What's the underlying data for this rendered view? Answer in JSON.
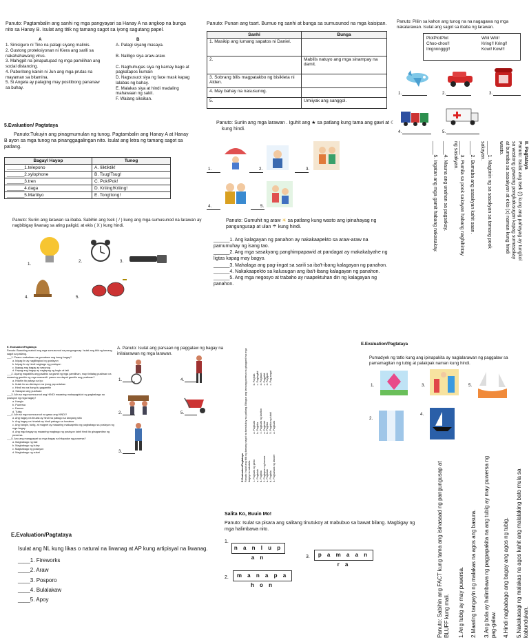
{
  "q1": {
    "instruction": "Panuto: Pagtambalin ang sanhi ng mga pangyayari sa Hanay A na angkop na bunga nito sa Hanay B. Isulat ang titik ng tamang sagot sa iyong sagutang papel.",
    "col_a": "A",
    "col_b": "B",
    "items_a": [
      "1. Sinisiguro ni Tino na palagi siyang malinis.",
      "2. Gustong proteksiyonan ni Kiera ang sarili sa nakahahawang virus.",
      "3. Mahigpit na pinapatupad ng mga pamilihan ang social distancing.",
      "4. Paboritong kainin ni Jun ang mga prutas na mayaman sa bitamina.",
      "5. Si Angela ay palaging may positibong pananaw sa buhay."
    ],
    "items_b": [
      "A. Palagi siyang masaya.",
      "B. Naliligo siya araw-araw.",
      "C. Naghuhugas siya ng kamay bago at pagkatapos kumain",
      "D. Nagsusuot siya ng face mask kapag lalabas ng bahay.",
      "E. Malakas siya at hindi madaling mahawaan ng sakit.",
      "F. Walang siksikan."
    ]
  },
  "q2": {
    "instruction": "Panuto: Punan ang tsart. Bumuo ng sanhi at bunga sa sumusunod na mga kaisipan.",
    "headers": [
      "Sanhi",
      "Bunga"
    ],
    "rows": [
      [
        "1. Masikip ang lumang sapatos ni Daniel.",
        ""
      ],
      [
        "2.",
        "Mabilis natuyo ang mga sinampay na damit."
      ],
      [
        "3. Sobrang bilis magpatakbo ng bisikleta ni Alden.",
        ""
      ],
      [
        "4. May bahay na nasusunog.",
        ""
      ],
      [
        "5.",
        "Umiiyak ang sanggol."
      ]
    ]
  },
  "q3": {
    "instruction": "Panuto: Piliin sa kahon ang tunog na na nagagawa ng mga nakalarawan. Isulat ang sagot sa ibaba ng larawan.",
    "sounds_left": [
      "PlotPlotPlot",
      "Choo-choo!!",
      "Imgnnnggg!!"
    ],
    "sounds_right": [
      "Wiiii Wiiii!",
      "Kring!! Kring!!",
      "Kowl! Kowl!!"
    ],
    "labels": [
      "1.",
      "2.",
      "3.",
      "4.",
      "5."
    ]
  },
  "q4": {
    "heading": "5.Evaluation/ Pagtataya",
    "instruction": "Panuto:Tukuyin ang pinagmumulan ng tunog. Pagtambalin ang Hanay A at Hanay B ayon sa mga tunog na pinanggagalingan nito. Isulat ang letra ng tamang sagot sa patlang.",
    "headers": [
      "Bagay/ Hayop",
      "Tunog"
    ],
    "rows": [
      [
        "_______1.telepono",
        "A. Iiiktiktik!"
      ],
      [
        "_______2.xylophone",
        "B. Tsug!Tsug!"
      ],
      [
        "_______3.tren",
        "C. Pok!Pok!"
      ],
      [
        "_______4.daga",
        "D. Kriiing!Kriiing!"
      ],
      [
        "_______5.Martilyo",
        "E. Tong!tong!"
      ]
    ]
  },
  "q5": {
    "instruction": "Panuto: Suriin ang larawan sa ibaba. Sabihin ang tsek ( / ) kung ang mga sumusunod na larawan ay nagbibigay liwanag sa ating paligid, at ekis ( X ) kung hindi.",
    "labels": [
      "1.",
      "2.",
      "3.",
      "4.",
      "5."
    ]
  },
  "q6": {
    "instruction": "Panuto: Suriin ang mga larawan . Iguhit ang",
    "instruction_end": "sa patlang kung tama ang gawi at",
    "instruction_tail": "kung hindi.",
    "labels": [
      "1.",
      "2.",
      "3.",
      "4.",
      "5."
    ]
  },
  "q7": {
    "instruction": "Panuto: Gumuhit ng araw",
    "instruction_mid": "sa patlang kung wasto ang ipinahayag ng pangungusap at ulan",
    "instruction_end": "kung hindi.",
    "items": [
      "______1. Ang kalagayan ng panahon ay nakakaapekto sa araw-araw na pamumuhay ng isang tao.",
      "______2. Ang mga sasakyang panghimpapawid at pandagat ay makakabyahe ng ligtas kapag may bagyo.",
      "______3. Mahalaga ang pag-iingat sa sarili sa iba't-ibang kalagayan ng panahon.",
      "______4. Nakakaapekto sa kalusugan ang iba't-ibang kalagayan ng panahon.",
      "______5. Ang mga negosyo at trabaho ay naapektuhan din ng kalagayan ng panahon."
    ]
  },
  "q8": {
    "heading": "II. Pagtataya",
    "instruction": "Panuto: Isulat ang tsek (/) kung ang pahayag ay tungkol sa wastong gawaing pangkalusugan kapag sumasakay at bumaba sa sasakyan at ekis (x) naman kung hindi wasto.",
    "items": [
      "_____1. Magtinin ng sa sasakyan sa tamang pook sakayan.",
      "_____2. Bumaba ang sasakyan kahit saan.",
      "_____3. Pumila sa pook sakayan habang naghihintay ng sasakyan.",
      "_____4. Mauna ang unahan sa pagsakay.",
      "_____5. Ingatan ang mga gamit habang nakasakay."
    ]
  },
  "q9": {
    "heading": "E. Evaluation/Pagtataya",
    "instruction": "Panuto: Basahing mabuti ang mga sumusunod na pangungusap. Isulat ang titik ng tamang sagot sa patlang.",
    "items": [
      "___1. Paano makaiiwas sa gumabaw ang isang bagay?",
      "a. Isipag lin ay naglilingkod ng posisyon",
      "b. Isipag lin ay hindi nagbago ng posisyon",
      "c. Ikapag ang bagay ay nasunog",
      "d. Kapag ang bagay ay naglapag ng hugis at laki",
      "___2. Upang mapabilis ang paalinis sa gamit ng mga pamilihan, may tinitatag pusitwan na maaaring gamitin ng mga manamili. paano mo dapat gamitin ang pusitwan?",
      "a. Hilahin ito patayo sa iyo",
      "b. Itulak ito sa direksyon na iyong pupuntahan",
      "c. Hindi mo na itong itu gagamitin",
      "d. Sakayan ang pusitwan",
      "___3. Alin sa mga sumusunod ang HINDI maaaring makapagdulot ng pagbabago sa posisyon ng mga bagay?",
      "a. Hangin",
      "b. Puwersa",
      "c. Damon",
      "d. Tubig",
      "___4. Alin sa mga sumusunod na gawa ang HINDI?",
      "a. Ang bagay na tinulak ay hindi na pabago sa kanyang sitio",
      "b. Ang bagay na hinatak ay hindi pabago sa hunabas",
      "c. Ang hangin, tubig, at magnet ay maaaring makaapekto ng pagbabago sa posisyon ng mga bagay",
      "d. Ang mga bagay ay maaaring magbago ng posisyon kahit hindi ito ginagamitan ng puwersa.",
      "___5. Ano ang mangyayari sa mga bagay na hitapalan ng puwersa?",
      "a. Magbabago ng laki",
      "b. Magbabago ng kulay",
      "c. Magbabago ng posisyon",
      "d. Magbabago ng sukat"
    ]
  },
  "q10": {
    "instruction": "A. Panuto: Isulat ang parsaan ng paggalaw ng bagay na inilalarawan ng mga larawan.",
    "labels": [
      "1.",
      "4.",
      "2.",
      "5.",
      "3."
    ]
  },
  "q11": {
    "heading": "E.Evaluation/Pagtataya",
    "instruction": "Panuto: Isulat ang titik ng tamang sagot na tumutukoy sa patlang. Bilugan ang tamang pwersa na ginagamit sa mga bagay na nakatala.",
    "items": [
      "1. Pagsara ng pinto",
      "a. Pagtulak",
      "b. Paghila",
      "2. Pagtapon ng basura",
      "a. Pagtulak",
      "b. Paghila",
      "3. Pagsasara ng drawer",
      "a. Pagtulak",
      "b. Paghila",
      "4. Pagtulak ng kariton",
      "a. Pagtulak",
      "b. Paghila",
      "5. Paghila ng lubid",
      "a. Pagtulak",
      "b. Paghila",
      "c. Pagtagilid",
      "d. Pagtaas",
      "c. Pagpihit",
      "d. Paglipat",
      "c. Pag-angat"
    ]
  },
  "q12": {
    "heading": "E.Evaluation/Pagtataya",
    "instruction": "Pumadyek ng tatlo kung ang ipinapakita ay naglalarawan ng paggalaw sa pamamagitan ng tubig at palakpak naman kung hindi.",
    "labels": [
      "1.",
      "3.",
      "5.",
      "2.",
      "4."
    ]
  },
  "q13": {
    "instruction": "Panuto: Sabihin ang FACT kung tama ang isinasaad ng pangungusap at BLUFF kung mali.",
    "items": [
      "1.Ang tubig ay may puwersa.",
      "2.Maaring tangayin ng malakas na agos ang basura.",
      "3.Ang bola ay halimbawa ng pagpapakita na ang tubig ay may puwersa ng pag-galaw.",
      "4.Hindi nagbabago ang bagay ang agos ng tubig.",
      "5.Nakakasagi ng malakas na agos kahit ang malalaking bato mula sa kabundukan."
    ]
  },
  "q14": {
    "heading": "Salita Ko, Buuin Mo!",
    "instruction": "Panuto: Isulat sa pisara ang salitang tinutukoy at mabubuo sa bawat bilang. Magbigay ng mga halimbawa nito.",
    "words": [
      "n a n l u p a n",
      "p a m a a n r a",
      "m a n a p a h o n"
    ],
    "labels": [
      "1.",
      "3.",
      "2."
    ]
  },
  "q15": {
    "heading": "E.Evaluation/Pagtataya",
    "instruction": "Isulat ang NL kung likas o natural na liwanag at AP kung artipisyal na liwanag.",
    "items": [
      "____1. Fireworks",
      "____2. Araw",
      "____3. Posporo",
      "____4. Bulalakaw",
      "____5. Apoy"
    ]
  }
}
